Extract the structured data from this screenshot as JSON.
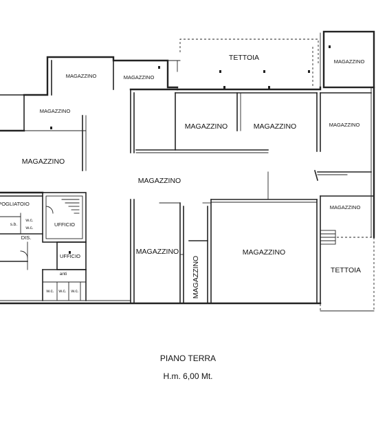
{
  "rooms": {
    "magazzino_top_left": "MAGAZZINO",
    "magazzino_top_mid": "MAGAZZINO",
    "tettoia_top": "TETTOIA",
    "magazzino_top_right": "MAGAZZINO",
    "magazzino_small_left": "MAGAZZINO",
    "magazzino_center_left": "MAGAZZINO",
    "magazzino_center_right": "MAGAZZINO",
    "magazzino_right_upper": "MAGAZZINO",
    "magazzino_left_big": "MAGAZZINO",
    "magazzino_central": "MAGAZZINO",
    "magazzino_right_lower": "MAGAZZINO",
    "magazzino_bottom_left": "MAGAZZINO",
    "magazzino_bottom_vertical": "MAGAZZINO",
    "magazzino_bottom_right": "MAGAZZINO",
    "tettoia_bottom": "TETTOIA",
    "spogliatoio": "POGLIATOIO",
    "ufficio_upper": "UFFICIO",
    "ufficio_lower": "UFFICIO",
    "dis": "DIS.",
    "wc_1": "w.c.",
    "wc_2": "w.c.",
    "sb": "s.b.",
    "anti": "anti",
    "wc_3": "w.c.",
    "wc_4": "w.c.",
    "wc_5": "w.c."
  },
  "caption": {
    "title": "PIANO TERRA",
    "height": "H.m. 6,00 Mt."
  }
}
